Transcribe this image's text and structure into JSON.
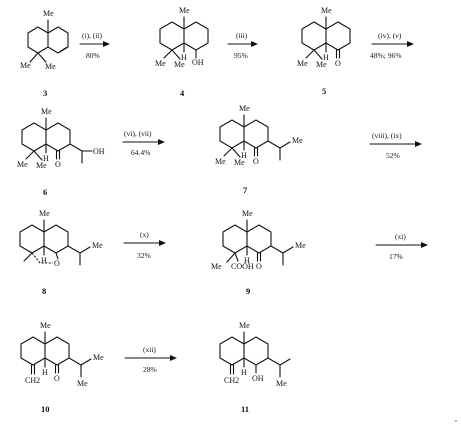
{
  "compounds": [
    {
      "id": "3",
      "labels": [
        "Me",
        "Me",
        "Me"
      ]
    },
    {
      "id": "4",
      "labels": [
        "Me",
        "Me",
        "Me",
        "H",
        "OH"
      ]
    },
    {
      "id": "5",
      "labels": [
        "Me",
        "Me",
        "Me",
        "H",
        "O"
      ]
    },
    {
      "id": "6",
      "labels": [
        "Me",
        "Me",
        "Me",
        "H",
        "O",
        "OH"
      ]
    },
    {
      "id": "7",
      "labels": [
        "Me",
        "Me",
        "Me",
        "H",
        "O",
        "Me"
      ]
    },
    {
      "id": "8",
      "labels": [
        "Me",
        "H",
        "O",
        "Me"
      ]
    },
    {
      "id": "9",
      "labels": [
        "Me",
        "Me",
        "COOH",
        "H",
        "O",
        "Me"
      ]
    },
    {
      "id": "10",
      "labels": [
        "Me",
        "CH2",
        "H",
        "O",
        "Me",
        "Me"
      ]
    },
    {
      "id": "11",
      "labels": [
        "Me",
        "CH2",
        "H",
        "OH",
        "Me"
      ]
    }
  ],
  "arrows": [
    {
      "conditions": "(i), (ii)",
      "yield": "80%"
    },
    {
      "conditions": "(iii)",
      "yield": "95%"
    },
    {
      "conditions": "(iv), (v)",
      "yield": "48%; 96%"
    },
    {
      "conditions": "(vi), (vii)",
      "yield": "64.4%"
    },
    {
      "conditions": "(viii), (ix)",
      "yield": "52%"
    },
    {
      "conditions": "(x)",
      "yield": "32%"
    },
    {
      "conditions": "(xi)",
      "yield": "17%"
    },
    {
      "conditions": "(xii)",
      "yield": "28%"
    }
  ],
  "trailing_mark": ","
}
